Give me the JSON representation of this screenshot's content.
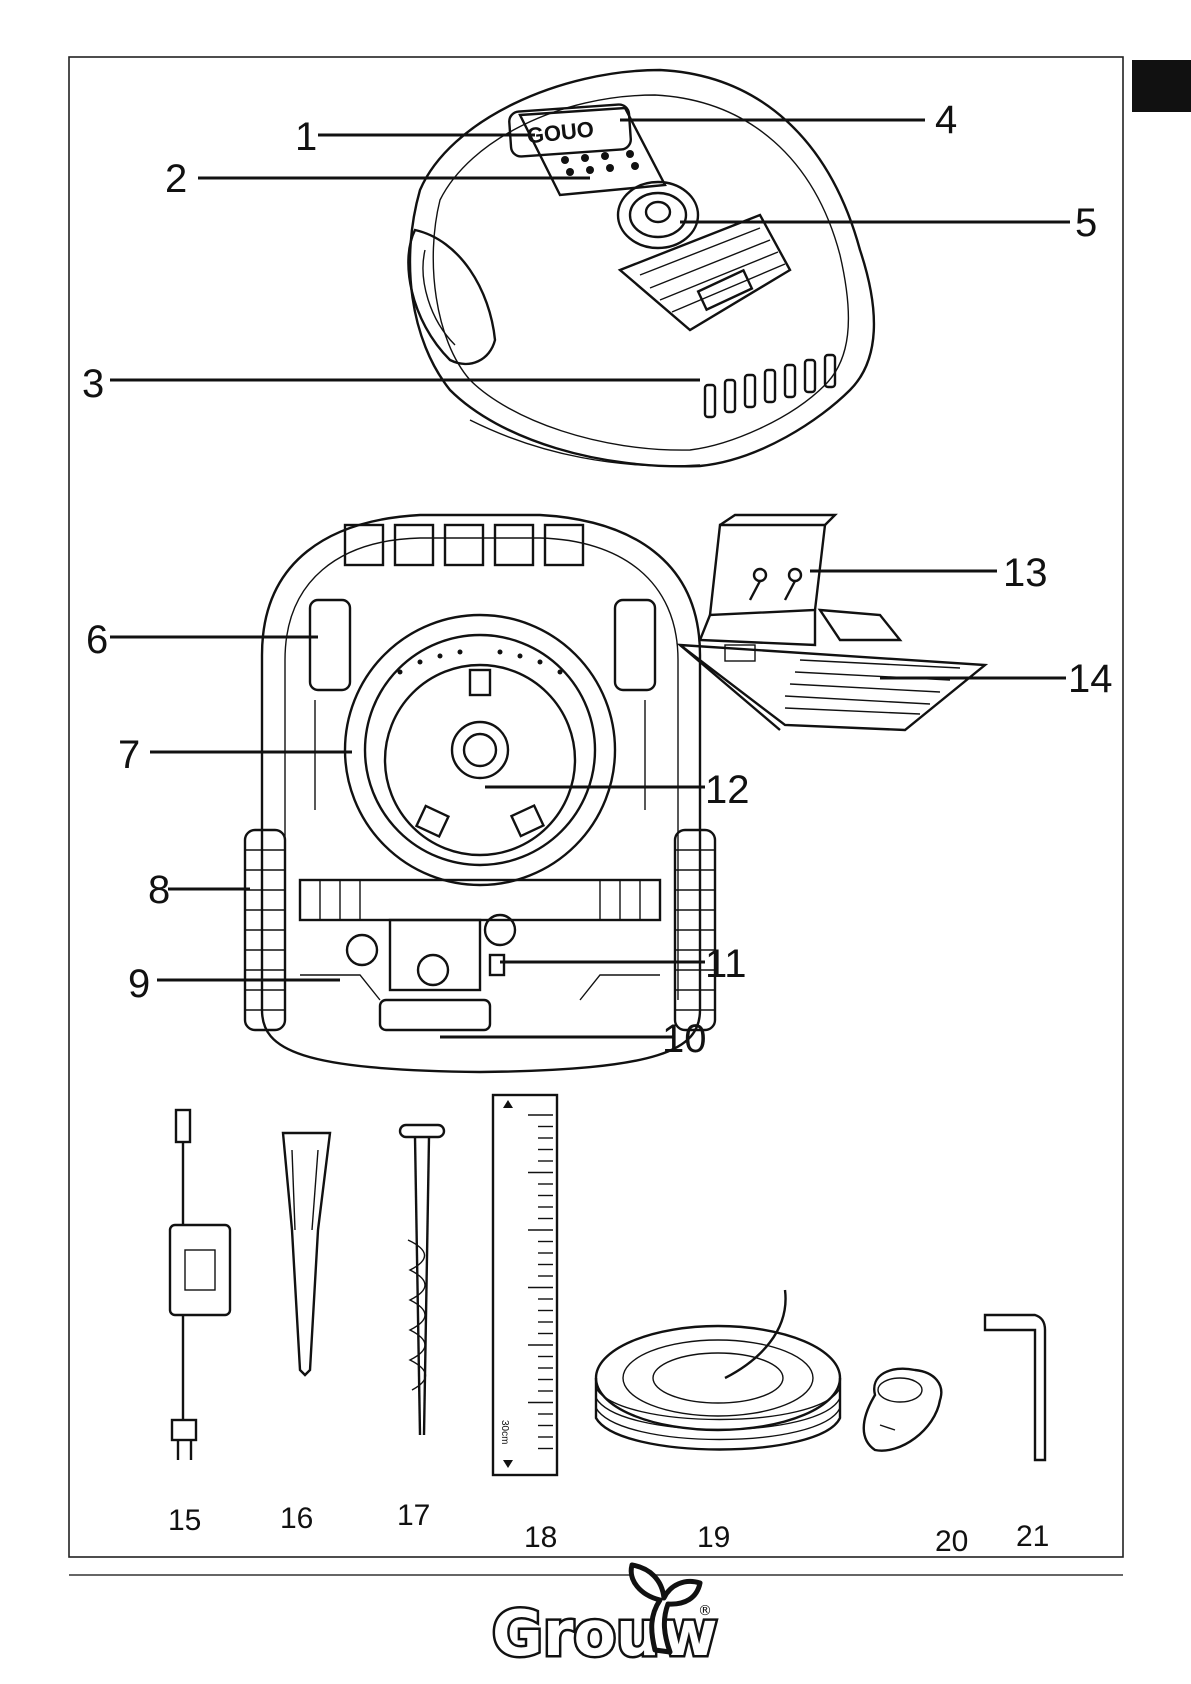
{
  "callouts": {
    "c1": "1",
    "c2": "2",
    "c3": "3",
    "c4": "4",
    "c5": "5",
    "c6": "6",
    "c7": "7",
    "c8": "8",
    "c9": "9",
    "c10": "10",
    "c11": "11",
    "c12": "12",
    "c13": "13",
    "c14": "14",
    "c15": "15",
    "c16": "16",
    "c17": "17",
    "c18": "18",
    "c19": "19",
    "c20": "20",
    "c21": "21"
  },
  "panel_lid": "GOUO",
  "ruler_text": "30cm",
  "brand": {
    "logo_text": "Grouw",
    "registered_mark": "®"
  }
}
